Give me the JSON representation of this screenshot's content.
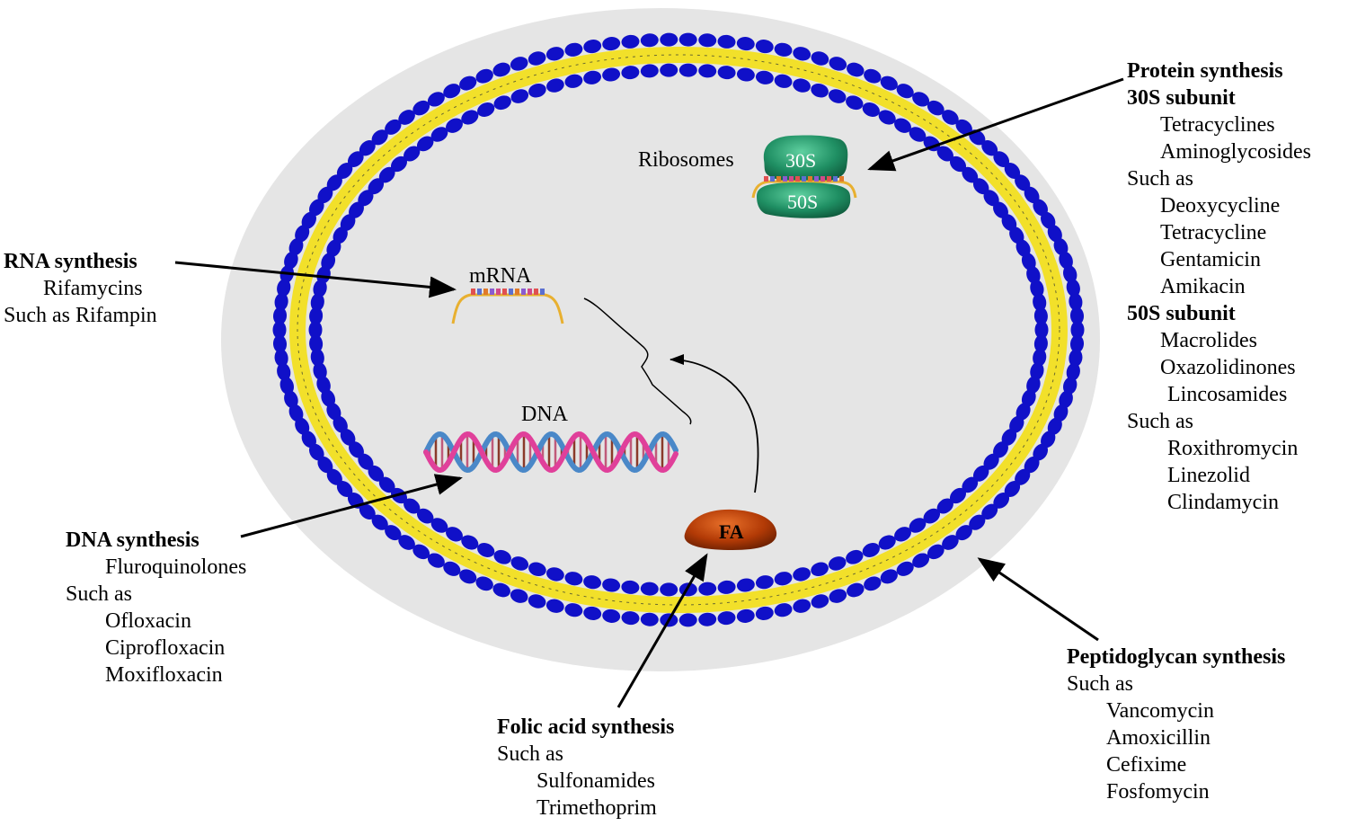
{
  "cell": {
    "ribosomes_label": "Ribosomes",
    "subunit_small": "30S",
    "subunit_large": "50S",
    "mrna_label": "mRNA",
    "dna_label": "DNA",
    "fa_label": "FA"
  },
  "protein_block": {
    "heading": "Protein synthesis",
    "sub30_heading": "30S subunit",
    "sub30_classes": [
      "Tetracyclines",
      "Aminoglycosides"
    ],
    "sub30_such_as": "Such as",
    "sub30_examples": [
      "Deoxycycline",
      "Tetracycline",
      "Gentamicin",
      "Amikacin"
    ],
    "sub50_heading": "50S subunit",
    "sub50_classes": [
      "Macrolides",
      "Oxazolidinones",
      "Lincosamides"
    ],
    "sub50_such_as": "Such as",
    "sub50_examples": [
      "Roxithromycin",
      "Linezolid",
      "Clindamycin"
    ]
  },
  "rna_block": {
    "heading": "RNA synthesis",
    "class": "Rifamycins",
    "example": "Such as Rifampin"
  },
  "dna_block": {
    "heading": "DNA synthesis",
    "class": "Fluroquinolones",
    "such_as": "Such as",
    "examples": [
      "Ofloxacin",
      "Ciprofloxacin",
      "Moxifloxacin"
    ]
  },
  "folic_block": {
    "heading": "Folic acid synthesis",
    "such_as": "Such as",
    "examples": [
      "Sulfonamides",
      "Trimethoprim"
    ]
  },
  "peptido_block": {
    "heading": "Peptidoglycan synthesis",
    "such_as": "Such as",
    "examples": [
      "Vancomycin",
      "Amoxicillin",
      "Cefixime",
      "Fosfomycin"
    ]
  },
  "colors": {
    "cytoplasm": "#e5e5e5",
    "lipid_head": "#1010c8",
    "lipid_tail": "#f2e02a",
    "ribosome": "#1f8f63",
    "fa": "#b23a06",
    "mrna_strand": "#e8b030",
    "dna_pink": "#e0409a",
    "dna_blue": "#4a88c8"
  }
}
